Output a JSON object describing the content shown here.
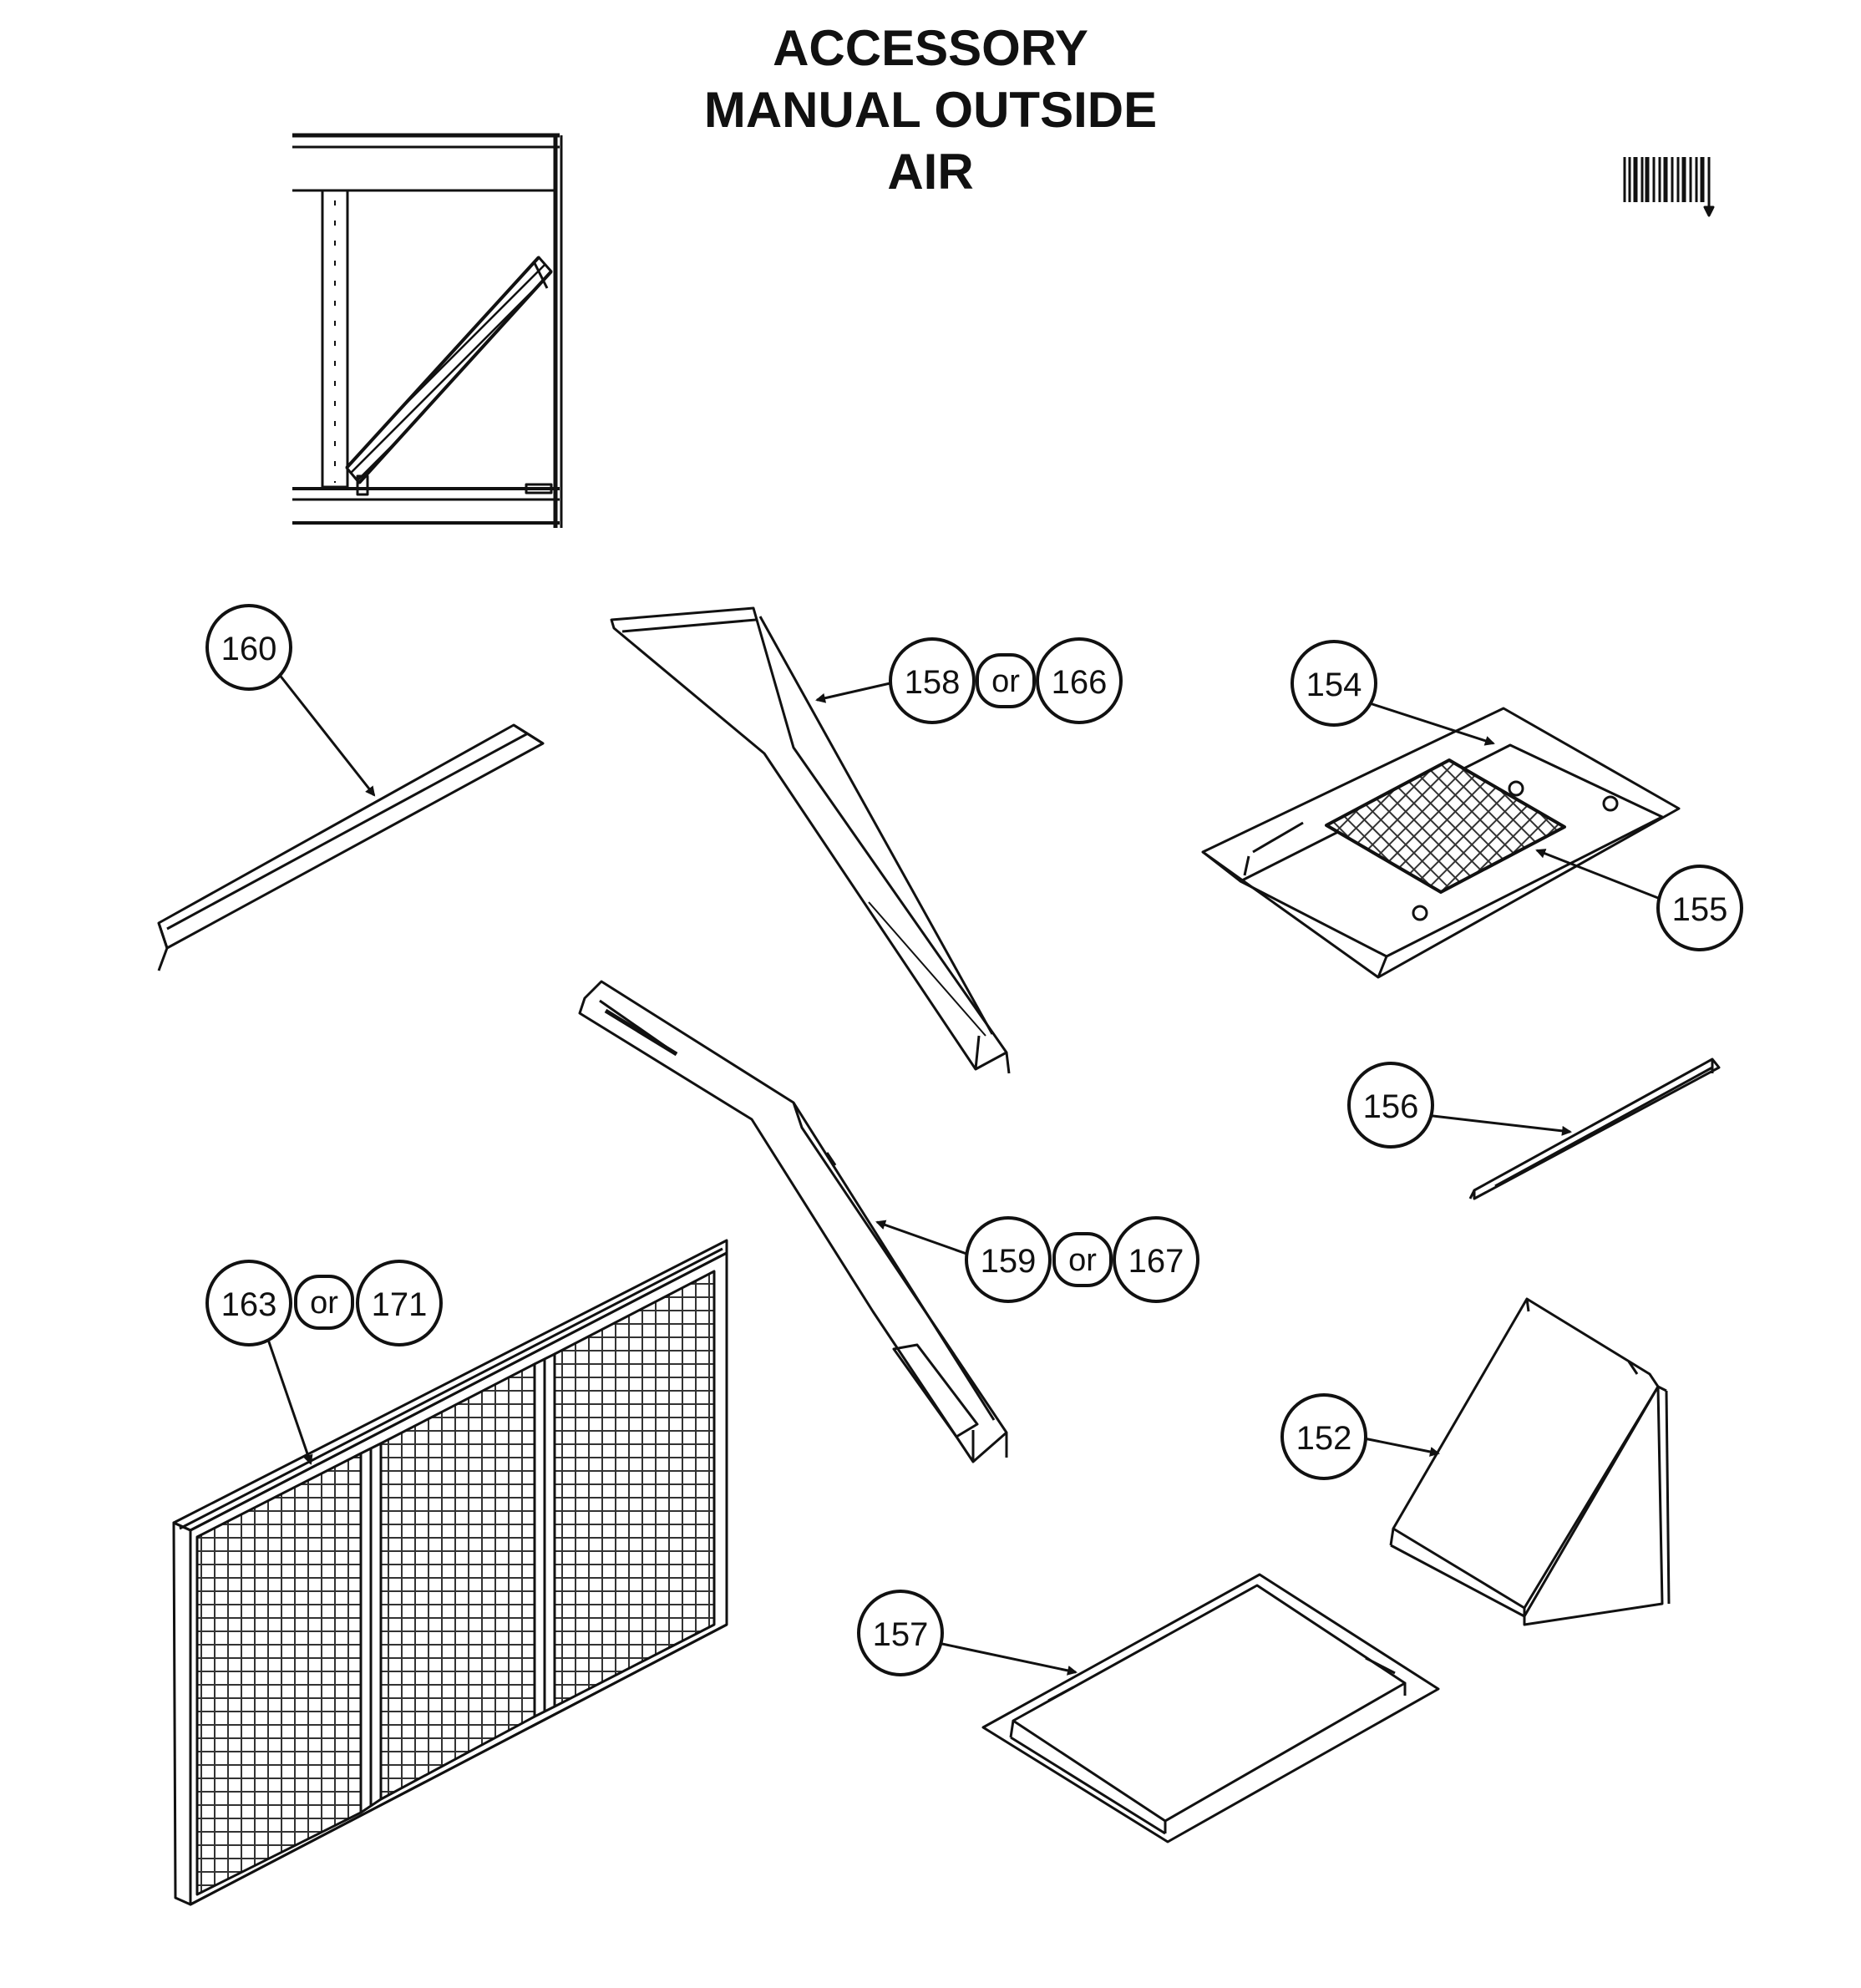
{
  "title": [
    "ACCESSORY",
    "MANUAL OUTSIDE",
    "AIR"
  ],
  "callouts": {
    "c160": "160",
    "c158": "158",
    "c166": "166",
    "c154": "154",
    "c155": "155",
    "c156": "156",
    "c159": "159",
    "c167": "167",
    "c163": "163",
    "c171": "171",
    "c152": "152",
    "c157": "157"
  },
  "connector_word": "or",
  "colors": {
    "ink": "#111111",
    "mesh": "#333333",
    "background": "#ffffff"
  }
}
